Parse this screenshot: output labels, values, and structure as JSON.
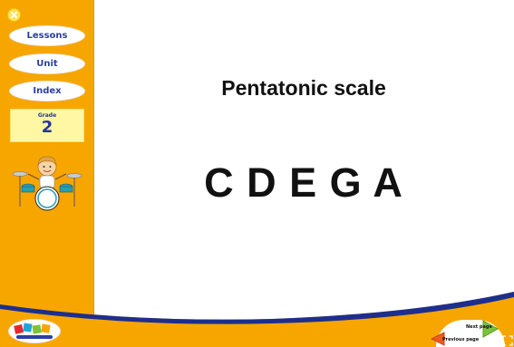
{
  "sidebar": {
    "close_icon": "x-icon",
    "nav": {
      "lessons_label": "Lessons",
      "unit_label": "Unit",
      "index_label": "Index"
    },
    "grade": {
      "label": "Grade",
      "number": "2"
    }
  },
  "main": {
    "title": "Pentatonic scale",
    "notes": "C D E G A"
  },
  "footer": {
    "next_label": "Next page",
    "prev_label": "Previous page"
  },
  "colors": {
    "sidebar": "#f7a600",
    "nav_text": "#2b3fa3",
    "grade_box": "#fff7a3",
    "next_arrow": "#7cc23a",
    "prev_arrow": "#f05a1c",
    "wave_dark": "#1d2f8c"
  }
}
